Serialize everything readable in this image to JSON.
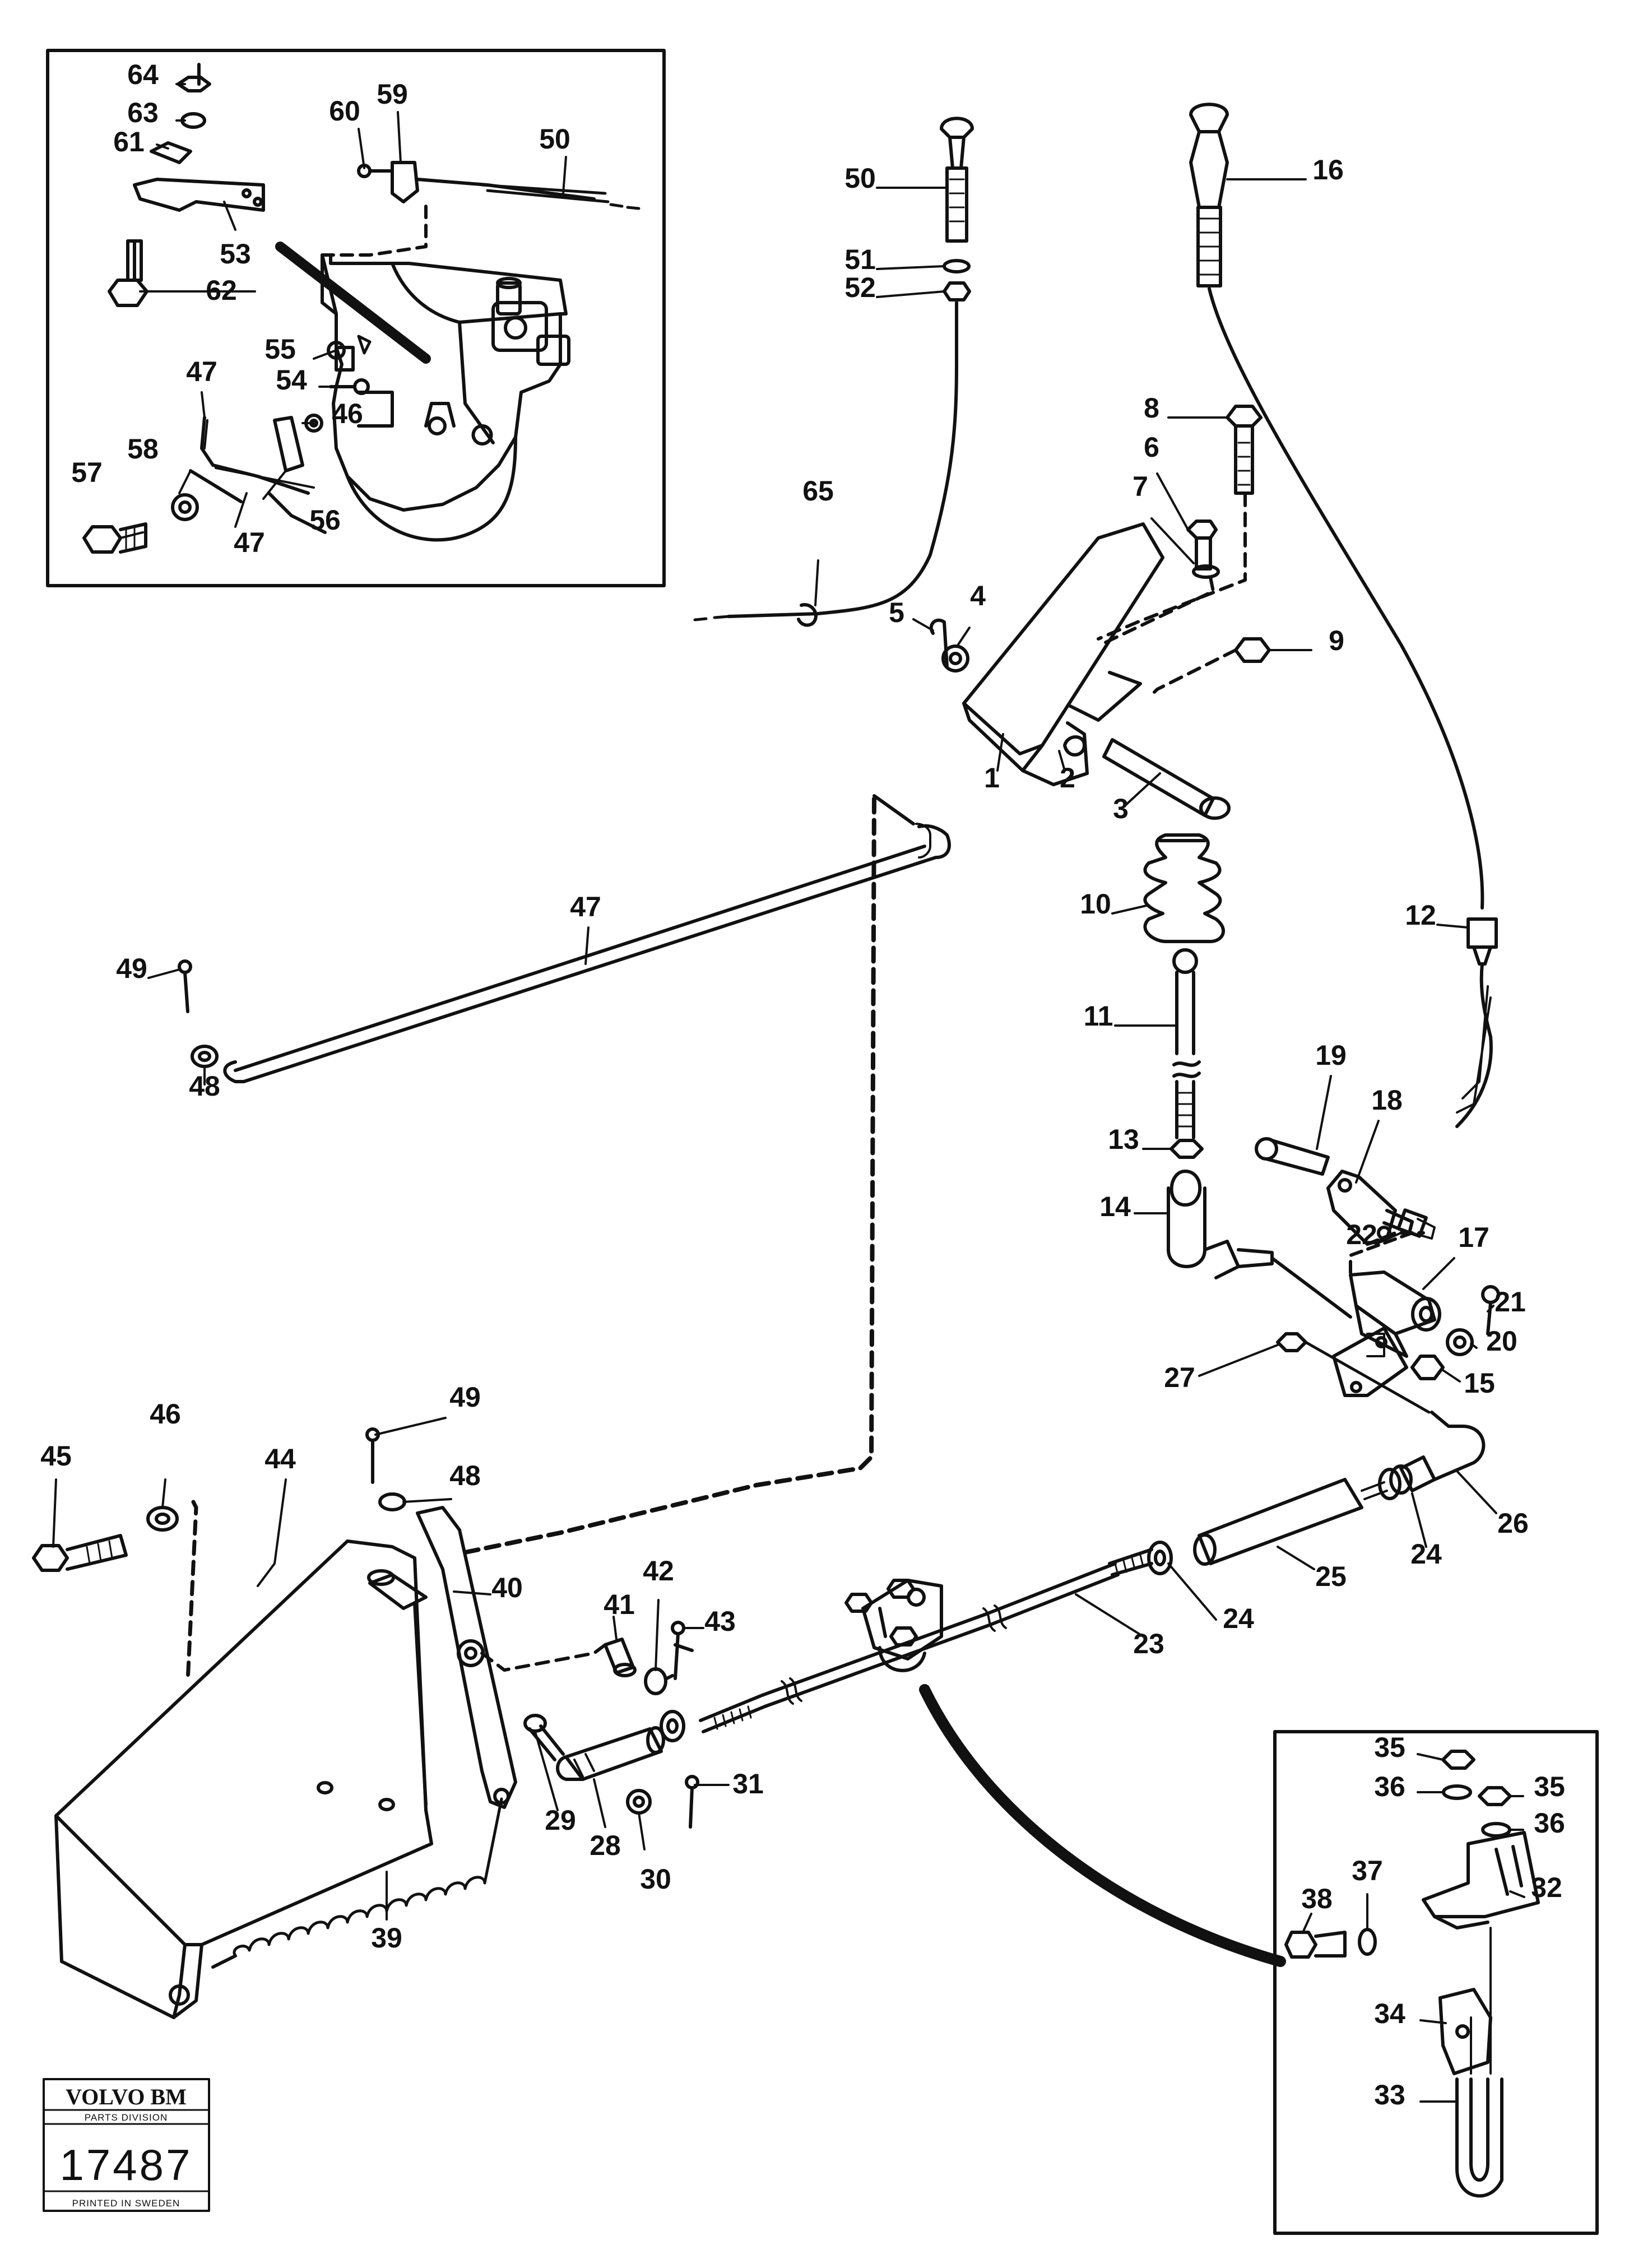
{
  "callouts": [
    {
      "n": "64"
    },
    {
      "n": "63"
    },
    {
      "n": "61"
    },
    {
      "n": "60"
    },
    {
      "n": "59"
    },
    {
      "n": "50"
    },
    {
      "n": "53"
    },
    {
      "n": "62"
    },
    {
      "n": "55"
    },
    {
      "n": "54"
    },
    {
      "n": "46"
    },
    {
      "n": "47"
    },
    {
      "n": "57"
    },
    {
      "n": "58"
    },
    {
      "n": "56"
    },
    {
      "n": "47"
    },
    {
      "n": "50"
    },
    {
      "n": "51"
    },
    {
      "n": "52"
    },
    {
      "n": "16"
    },
    {
      "n": "65"
    },
    {
      "n": "8"
    },
    {
      "n": "6"
    },
    {
      "n": "7"
    },
    {
      "n": "5"
    },
    {
      "n": "4"
    },
    {
      "n": "9"
    },
    {
      "n": "1"
    },
    {
      "n": "2"
    },
    {
      "n": "3"
    },
    {
      "n": "47"
    },
    {
      "n": "49"
    },
    {
      "n": "48"
    },
    {
      "n": "10"
    },
    {
      "n": "12"
    },
    {
      "n": "11"
    },
    {
      "n": "19"
    },
    {
      "n": "18"
    },
    {
      "n": "13"
    },
    {
      "n": "14"
    },
    {
      "n": "22"
    },
    {
      "n": "17"
    },
    {
      "n": "21"
    },
    {
      "n": "20"
    },
    {
      "n": "27"
    },
    {
      "n": "15"
    },
    {
      "n": "49"
    },
    {
      "n": "45"
    },
    {
      "n": "46"
    },
    {
      "n": "44"
    },
    {
      "n": "48"
    },
    {
      "n": "24"
    },
    {
      "n": "26"
    },
    {
      "n": "25"
    },
    {
      "n": "42"
    },
    {
      "n": "41"
    },
    {
      "n": "40"
    },
    {
      "n": "43"
    },
    {
      "n": "24"
    },
    {
      "n": "23"
    },
    {
      "n": "31"
    },
    {
      "n": "29"
    },
    {
      "n": "28"
    },
    {
      "n": "30"
    },
    {
      "n": "39"
    },
    {
      "n": "35"
    },
    {
      "n": "36"
    },
    {
      "n": "35"
    },
    {
      "n": "36"
    },
    {
      "n": "37"
    },
    {
      "n": "38"
    },
    {
      "n": "32"
    },
    {
      "n": "34"
    },
    {
      "n": "33"
    }
  ],
  "stamp": {
    "brand": "VOLVO BM",
    "division": "PARTS DIVISION",
    "number": "17487",
    "footer": "PRINTED IN SWEDEN"
  },
  "colors": {
    "line": "#111111",
    "background": "#ffffff"
  }
}
